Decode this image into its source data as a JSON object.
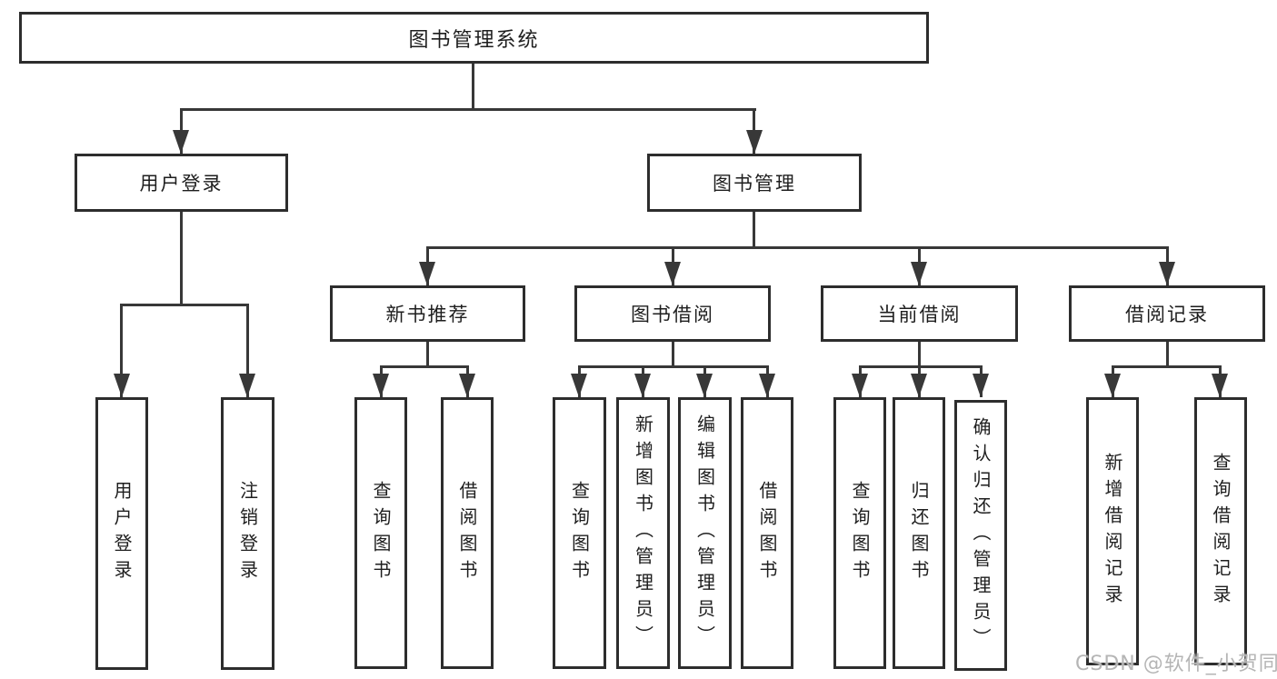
{
  "tree": {
    "root": {
      "label": "图书管理系统"
    },
    "branches": [
      {
        "label": "用户登录",
        "leaves": [
          {
            "label": "用户登录"
          },
          {
            "label": "注销登录"
          }
        ]
      },
      {
        "label": "图书管理",
        "groups": [
          {
            "label": "新书推荐",
            "leaves": [
              {
                "label": "查询图书"
              },
              {
                "label": "借阅图书"
              }
            ]
          },
          {
            "label": "图书借阅",
            "leaves": [
              {
                "label": "查询图书"
              },
              {
                "label": "新增图书（管理员）"
              },
              {
                "label": "编辑图书（管理员）"
              },
              {
                "label": "借阅图书"
              }
            ]
          },
          {
            "label": "当前借阅",
            "leaves": [
              {
                "label": "查询图书"
              },
              {
                "label": "归还图书"
              },
              {
                "label": "确认归还（管理员）"
              }
            ]
          },
          {
            "label": "借阅记录",
            "leaves": [
              {
                "label": "新增借阅记录"
              },
              {
                "label": "查询借阅记录"
              }
            ]
          }
        ]
      }
    ]
  },
  "watermark": {
    "text": "CSDN @软件_小贺同学"
  },
  "colors": {
    "line": "#383838",
    "border": "#2d2d2d",
    "text": "#1e1e1e",
    "watermark": "#b5b5b5",
    "background": "#ffffff"
  }
}
